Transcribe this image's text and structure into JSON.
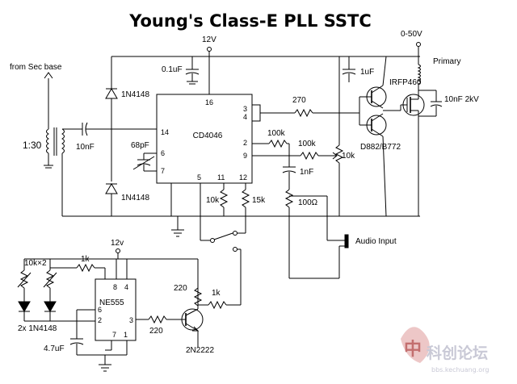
{
  "title": "Young's Class-E PLL SSTC",
  "labels": {
    "v12_top": "12V",
    "c_bypass": "0.1uF",
    "from_sec_base": "from Sec base",
    "ratio": "1:30",
    "c_coupling": "10nF",
    "d_top": "1N4148",
    "d_bottom": "1N4148",
    "cd4046": "CD4046",
    "c_timing": "68pF",
    "r270": "270",
    "r100k_a": "100k",
    "r100k_b": "100k",
    "pot10k": "10k",
    "c1nf": "1nF",
    "r100": "100Ω",
    "audio_input": "Audio Input",
    "r10k_pin11": "10k",
    "r15k_pin12": "15k",
    "drivers": "D882/B772",
    "c1uf": "1uF",
    "mosfet": "IRFP460",
    "v0_50": "0-50V",
    "primary": "Primary",
    "c10nf_2kv": "10nF 2kV",
    "v12_555": "12v",
    "pots_10k_x2": "10k×2",
    "r1k_555": "1k",
    "d_555": "2x 1N4148",
    "ne555": "NE555",
    "c4_7uf": "4.7uF",
    "r220_base": "220",
    "q2n2222": "2N2222",
    "r220_collector": "220",
    "r1k_switch": "1k"
  },
  "pins": {
    "p16": "16",
    "p14": "14",
    "p6": "6",
    "p7": "7",
    "p5": "5",
    "p11": "11",
    "p12": "12",
    "p3": "3",
    "p4": "4",
    "p2": "2",
    "p9": "9",
    "n8": "8",
    "n4": "4",
    "n6": "6",
    "n2": "2",
    "n3": "3",
    "n7": "7",
    "n1": "1"
  },
  "watermark": {
    "title": "科创论坛",
    "url": "bbs.kechuang.org"
  }
}
